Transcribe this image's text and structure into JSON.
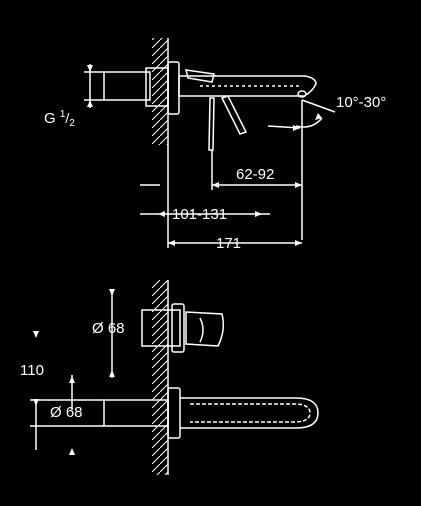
{
  "colors": {
    "background": "#000000",
    "line": "#ffffff"
  },
  "dimensions": {
    "thread": {
      "prefix": "G",
      "num": "1",
      "den": "2"
    },
    "angle": "10°-30°",
    "projection": "62-92",
    "rosette_span": "101-131",
    "total_length": "171",
    "rosette_diameter": "Ø 68",
    "height": "110",
    "spout_diameter": "Ø 68"
  }
}
